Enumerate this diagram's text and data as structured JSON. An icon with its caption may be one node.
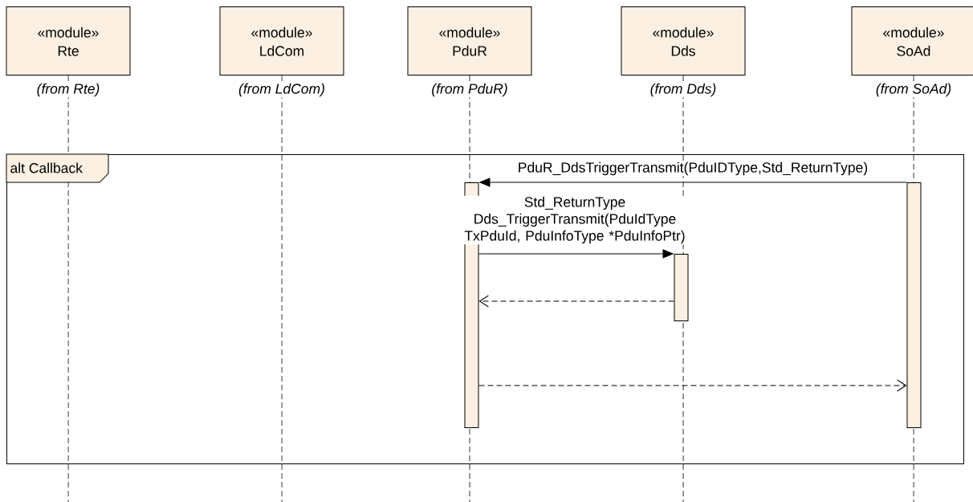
{
  "diagram": {
    "nodes": [
      {
        "text": [
          "«module»",
          "Rte"
        ],
        "beside": [
          "(from Rte)"
        ]
      },
      {
        "text": [
          "«module»",
          "LdCom"
        ],
        "beside": [
          "(from LdCom)"
        ]
      },
      {
        "text": [
          "«module»",
          "PduR"
        ],
        "beside": [
          "(from PduR)"
        ]
      },
      {
        "text": [
          "«module»",
          "Dds"
        ],
        "beside": [
          "(from Dds)"
        ]
      },
      {
        "text": [
          "«module»",
          "SoAd"
        ],
        "beside": [
          "(from SoAd)"
        ]
      },
      {
        "text": [
          "alt Callback"
        ]
      },
      {
        "text": [],
        "shape": "bar",
        "in": 5
      },
      {
        "text": [],
        "shape": "bar",
        "in": 5
      },
      {
        "text": [],
        "shape": "bar",
        "in": 5
      }
    ],
    "edges": [
      {
        "from": 0,
        "to": null,
        "arrow": "none",
        "style": "dashed"
      },
      {
        "from": 1,
        "to": null,
        "arrow": "none",
        "style": "dashed"
      },
      {
        "from": 2,
        "to": null,
        "arrow": "none",
        "style": "dashed"
      },
      {
        "from": 3,
        "to": null,
        "arrow": "none",
        "style": "dashed"
      },
      {
        "from": 4,
        "to": null,
        "arrow": "none",
        "style": "dashed"
      },
      {
        "from": 8,
        "to": 6,
        "arrow": "to",
        "label": "PduR_DdsTriggerTransmit(PduIDType,Std_ReturnType)"
      },
      {
        "from": 6,
        "to": 7,
        "arrow": "to",
        "label": "Std_ReturnType Dds_TriggerTransmit(PduIdType TxPduId, PduInfoType *PduInfoPtr)"
      },
      {
        "from": 7,
        "to": 6,
        "arrow": "to",
        "style": "dashed"
      },
      {
        "from": 6,
        "to": 8,
        "arrow": "to",
        "style": "dashed"
      }
    ]
  }
}
